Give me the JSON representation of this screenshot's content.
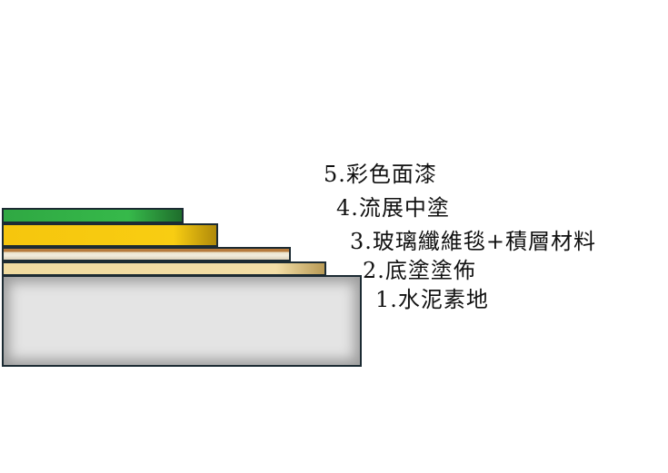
{
  "layers": [
    {
      "id": 5,
      "label": "5.彩色面漆",
      "color": "#36b94a"
    },
    {
      "id": 4,
      "label": "4.流展中塗",
      "color": "#f8cd12"
    },
    {
      "id": 3,
      "label": "3.玻璃纖維毯+積層材料",
      "color": "#b67a3c"
    },
    {
      "id": 2,
      "label": "2.底塗塗佈",
      "color": "#f3dea6"
    },
    {
      "id": 1,
      "label": "1.水泥素地",
      "color": "#e4e4e4"
    }
  ]
}
